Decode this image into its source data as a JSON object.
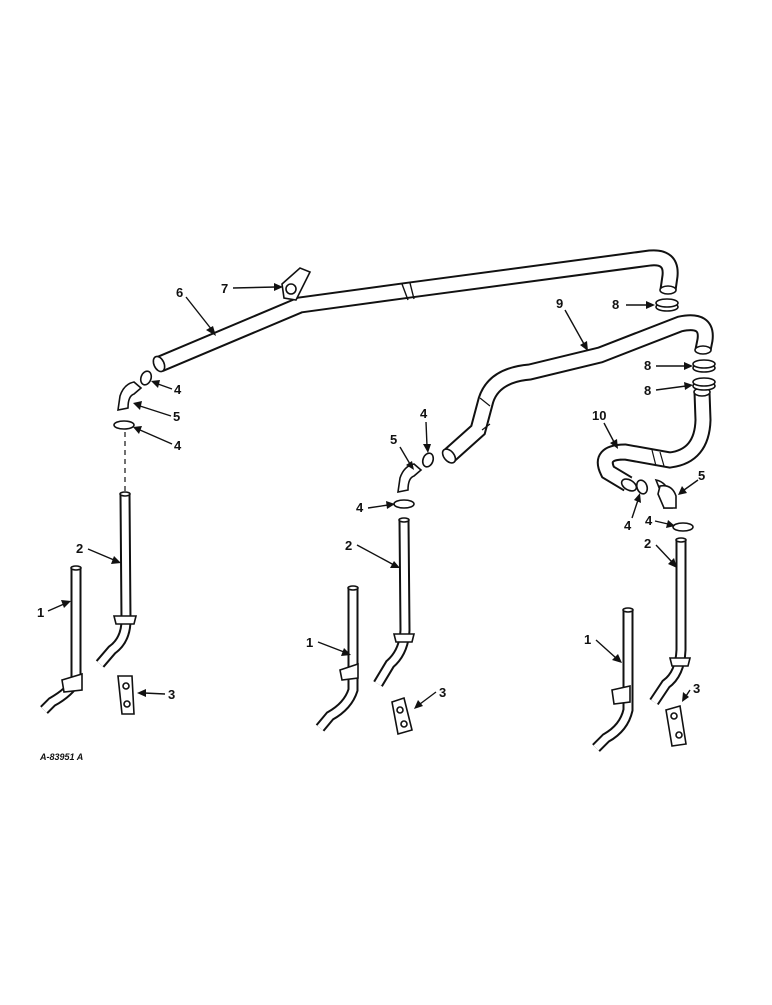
{
  "diagram": {
    "reference_code": "A-83951 A",
    "callouts": [
      "1",
      "2",
      "3",
      "4",
      "5",
      "6",
      "7",
      "8",
      "9",
      "10"
    ]
  }
}
